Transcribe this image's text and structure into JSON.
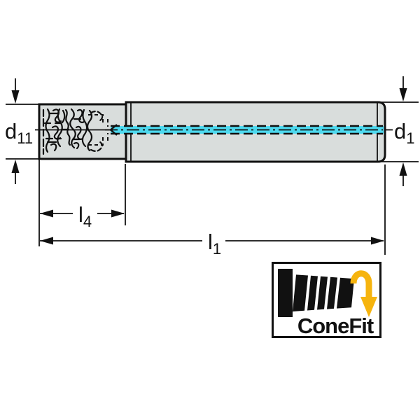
{
  "drawing": {
    "dimension_labels": {
      "d11": {
        "main": "d",
        "sub": "11"
      },
      "d1": {
        "main": "d",
        "sub": "1"
      },
      "l4": {
        "main": "l",
        "sub": "4"
      },
      "l1": {
        "main": "l",
        "sub": "1"
      }
    },
    "colors": {
      "body_fill": "#d9dddc",
      "outline": "#111111",
      "coolant_channel": "#4dd9ef"
    }
  },
  "logo": {
    "label": "ConeFit",
    "arrow_color": "#f6b40e",
    "cone_color": "#111111"
  }
}
